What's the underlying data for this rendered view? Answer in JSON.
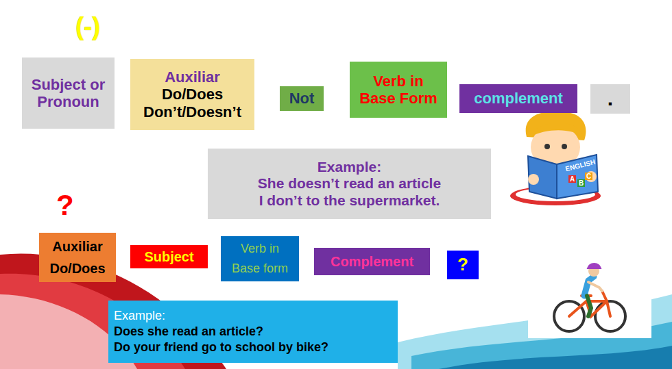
{
  "diagram": {
    "nodes": [
      {
        "text": [
          "Subject or Pronoun"
        ]
      },
      {
        "text": [
          "Auxiliar",
          "Do/Does Don’t/Doesn’t"
        ]
      },
      {
        "text": [
          "Not"
        ]
      },
      {
        "text": [
          "Verb in Base Form"
        ]
      },
      {
        "text": [
          "complement"
        ]
      },
      {
        "text": [
          "."
        ]
      },
      {
        "text": [
          "Example:",
          "She doesn’t read an article",
          "I don’t to the supermarket."
        ]
      },
      {
        "text": [
          "Auxiliar Do/Does"
        ]
      },
      {
        "text": [
          "Subject"
        ]
      },
      {
        "text": [
          "Verb in Base form"
        ]
      },
      {
        "text": [
          "Complement"
        ]
      },
      {
        "text": [
          "?"
        ]
      },
      {
        "text": [
          "Example:",
          "Does she read an article?",
          "Do your friend go to school by bike?"
        ]
      }
    ],
    "labels": [
      "(-)",
      "?",
      "ENGLISH",
      "A",
      "B",
      "C"
    ]
  }
}
